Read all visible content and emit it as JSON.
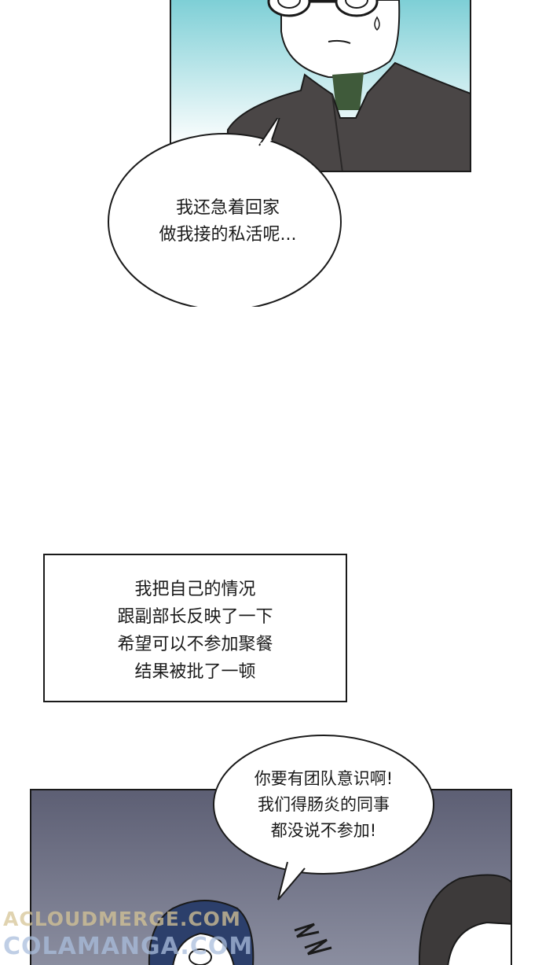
{
  "bubble_top": {
    "lines": [
      "我还急着回家",
      "做我接的私活呢..."
    ]
  },
  "narration_box": {
    "lines": [
      "我把自己的情况",
      "跟副部长反映了一下",
      "希望可以不参加聚餐",
      "结果被批了一顿"
    ]
  },
  "bubble_bottom": {
    "lines": [
      "你要有团队意识啊!",
      "我们得肠炎的同事",
      "都没说不参加!"
    ]
  },
  "watermark": {
    "line1": "ACLOUDMERGE.COM",
    "line2": "COLAMANGA.COM"
  },
  "colors": {
    "sky_top": "#7ecfd6",
    "jacket": "#4a4646",
    "night_bg": "#7c7f92"
  }
}
